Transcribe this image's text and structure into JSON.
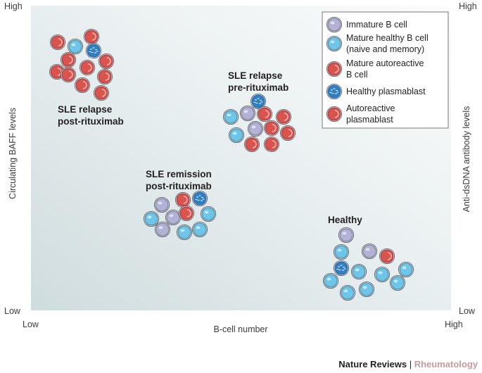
{
  "axes": {
    "left_axis_label": "Circulating BAFF levels",
    "right_axis_label": "Anti-dsDNA antibody levels",
    "x_axis_label": "B-cell number",
    "left_high": "High",
    "left_low": "Low",
    "right_high": "High",
    "right_low": "Low",
    "x_low": "Low",
    "x_high": "High"
  },
  "cell_colors": {
    "immature": "#b2b2d6",
    "mature_healthy": "#6dc6ea",
    "mature_autoreactive": "#d9534f",
    "healthy_plasmablast": "#2f7fc4",
    "autoreactive_plasmablast": "#d9534f"
  },
  "legend": [
    {
      "type": "immature",
      "lines": [
        "Immature B cell"
      ]
    },
    {
      "type": "mature_healthy",
      "lines": [
        "Mature healthy B cell",
        "(naive and memory)"
      ]
    },
    {
      "type": "mature_autoreactive",
      "lines": [
        "Mature autoreactive",
        "B cell"
      ]
    },
    {
      "type": "healthy_plasmablast",
      "lines": [
        "Healthy plasmablast"
      ]
    },
    {
      "type": "autoreactive_plasmablast",
      "lines": [
        "Autoreactive",
        "plasmablast"
      ]
    }
  ],
  "groups": [
    {
      "name": "sle-relapse-post",
      "label_lines": [
        "SLE relapse",
        "post-rituximab"
      ]
    },
    {
      "name": "sle-relapse-pre",
      "label_lines": [
        "SLE relapse",
        "pre-rituximab"
      ]
    },
    {
      "name": "sle-remission-post",
      "label_lines": [
        "SLE remission",
        "post-rituximab"
      ]
    },
    {
      "name": "healthy",
      "label_lines": [
        "Healthy"
      ]
    }
  ],
  "credit": {
    "publisher": "Nature Reviews",
    "separator": " | ",
    "journal": "Rheumatology",
    "publisher_color": "#231f20",
    "journal_color": "#c99a9a"
  }
}
